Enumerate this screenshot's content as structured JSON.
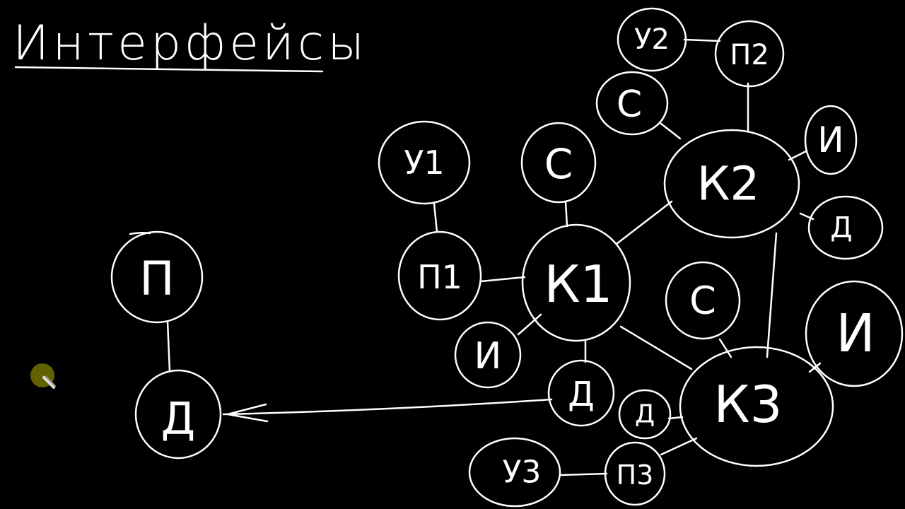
{
  "title": "Интерфейсы",
  "colors": {
    "background": "#000000",
    "chalk": "#ffffff",
    "pointer": "#6b6b00"
  },
  "nodes": {
    "p": "П",
    "d": "Д",
    "u1": "У1",
    "s1": "С",
    "p1": "П1",
    "k1": "К1",
    "i1": "И",
    "d1": "Д",
    "u2": "У2",
    "p2": "П2",
    "s2": "С",
    "k2": "К2",
    "i2": "И",
    "d2": "Д",
    "s3": "С",
    "i3": "И",
    "k3": "К3",
    "d3": "Д",
    "u3": "У3",
    "p3": "П3"
  },
  "icons": {
    "pointer": "pen-cursor-icon"
  }
}
